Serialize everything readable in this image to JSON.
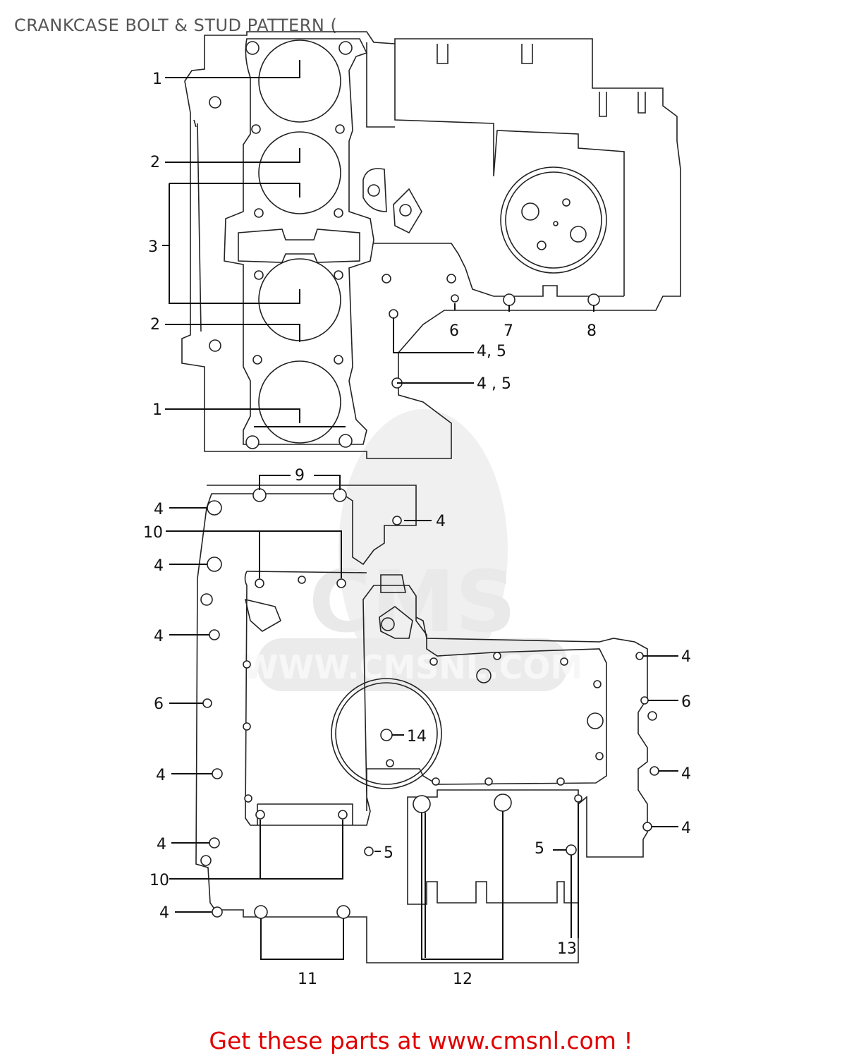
{
  "header": {
    "title": "CRANKCASE BOLT & STUD PATTERN ("
  },
  "footer": {
    "text": "Get these parts at www.cmsnl.com !",
    "color": "#e00000"
  },
  "watermark": {
    "brand": "CMS",
    "url": "WWW.CMSNL.COM"
  },
  "callouts": {
    "upper": {
      "c1a": "1",
      "c2a": "2",
      "c3": "3",
      "c2b": "2",
      "c1b": "1",
      "c6": "6",
      "c7": "7",
      "c8": "8",
      "c45a": "4, 5",
      "c45b": "4 , 5"
    },
    "lower": {
      "c9": "9",
      "c4a": "4",
      "c10a": "10",
      "c4b": "4",
      "c4c": "4",
      "c4d": "4",
      "c6a": "6",
      "c4e": "4",
      "c4f": "4",
      "c10b": "10",
      "c4g": "4",
      "c5a": "5",
      "c14": "14",
      "c4h": "4",
      "c6b": "6",
      "c4i": "4",
      "c4j": "4",
      "c5b": "5",
      "c13": "13",
      "c11": "11",
      "c12": "12"
    }
  }
}
